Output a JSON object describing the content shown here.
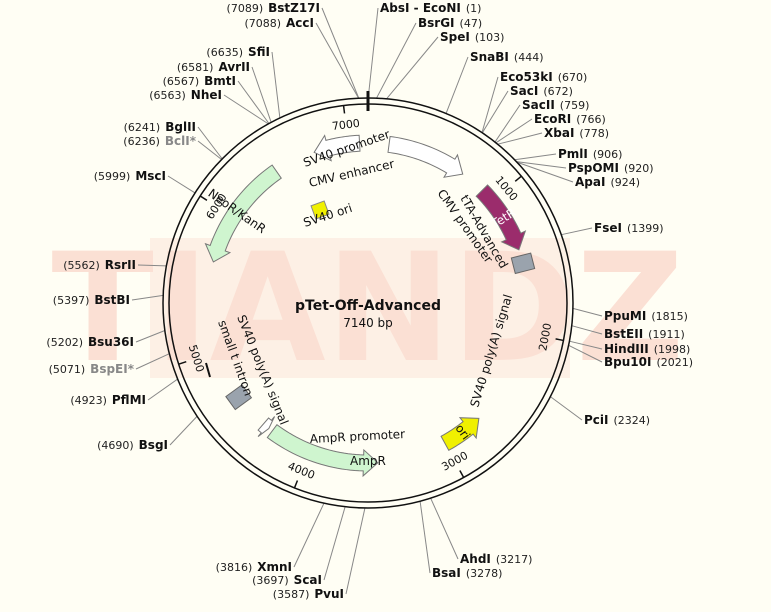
{
  "plasmid": {
    "name": "pTet-Off-Advanced",
    "size_label": "7140 bp",
    "total_bp": 7140
  },
  "watermark": "TIANDZ",
  "colors": {
    "backbone": "#111111",
    "TetR": "#9b2c6c",
    "ori": "#f0f000",
    "NeoR": "#cff5cf",
    "AmpR": "#cff5cf",
    "grey_box": "#9aa3ad",
    "white_arrow": "#ffffff"
  },
  "ticks": [
    {
      "bp": 1000,
      "label": "1000"
    },
    {
      "bp": 2000,
      "label": "2000"
    },
    {
      "bp": 3000,
      "label": "3000"
    },
    {
      "bp": 4000,
      "label": "4000"
    },
    {
      "bp": 5000,
      "label": "5000"
    },
    {
      "bp": 6000,
      "label": "6000"
    },
    {
      "bp": 7000,
      "label": "7000"
    }
  ],
  "features": [
    {
      "id": "cmv-enhancer",
      "type": "arrow",
      "start": 150,
      "end": 720,
      "dir": 1,
      "fill": "#ffffff"
    },
    {
      "id": "tetr",
      "type": "arrow",
      "start": 900,
      "end": 1400,
      "dir": 1,
      "fill": "#9b2c6c",
      "inside_label": "TetR"
    },
    {
      "id": "ori",
      "type": "arrow",
      "start": 2700,
      "end": 3000,
      "dir": -1,
      "fill": "#f0f000",
      "inside_label": "ori"
    },
    {
      "id": "ampr",
      "type": "arrow",
      "start": 3500,
      "end": 4300,
      "dir": -1,
      "fill": "#cff5cf"
    },
    {
      "id": "ampr-promoter",
      "type": "arrow",
      "start": 4330,
      "end": 4380,
      "dir": -1,
      "fill": "#ffffff"
    },
    {
      "id": "neor",
      "type": "arrow",
      "start": 5650,
      "end": 6450,
      "dir": -1,
      "fill": "#cff5cf",
      "inside_label": "NeoR/KanR"
    },
    {
      "id": "sv40-promoter",
      "type": "arrow",
      "start": 6750,
      "end": 7080,
      "dir": -1,
      "fill": "#ffffff"
    }
  ],
  "boxes": [
    {
      "id": "sv40-pa-right",
      "bp": 1500
    },
    {
      "id": "sv40-pa-left",
      "bp": 4640
    }
  ],
  "feature_labels": [
    {
      "id": "cmv-enhancer",
      "text": "CMV enhancer"
    },
    {
      "id": "sv40-promoter",
      "text": "SV40 promoter"
    },
    {
      "id": "sv40-ori",
      "text": "SV40 ori"
    },
    {
      "id": "tta-advanced",
      "text": "tTA-Advanced"
    },
    {
      "id": "cmv-promoter",
      "text": "CMV promoter"
    },
    {
      "id": "sv40-polya-right",
      "text": "SV40 poly(A) signal"
    },
    {
      "id": "sv40-polya-left",
      "text": "SV40 poly(A) signal"
    },
    {
      "id": "small-t-intron",
      "text": "small t intron"
    },
    {
      "id": "ampr-promoter",
      "text": "AmpR promoter"
    },
    {
      "id": "ampr",
      "text": "AmpR"
    }
  ],
  "sites": [
    {
      "name": "BstZ17I",
      "pos": "(7089)",
      "side": "L",
      "grey": false
    },
    {
      "name": "AccI",
      "pos": "(7088)",
      "side": "L",
      "grey": false
    },
    {
      "name": "AbsI - EcoNI",
      "pos": "(1)",
      "side": "R",
      "grey": false
    },
    {
      "name": "BsrGI",
      "pos": "(47)",
      "side": "R",
      "grey": false
    },
    {
      "name": "SpeI",
      "pos": "(103)",
      "side": "R",
      "grey": false
    },
    {
      "name": "SfiI",
      "pos": "(6635)",
      "side": "L",
      "grey": false
    },
    {
      "name": "AvrII",
      "pos": "(6581)",
      "side": "L",
      "grey": false
    },
    {
      "name": "BmtI",
      "pos": "(6567)",
      "side": "L",
      "grey": false
    },
    {
      "name": "NheI",
      "pos": "(6563)",
      "side": "L",
      "grey": false
    },
    {
      "name": "SnaBI",
      "pos": "(444)",
      "side": "R",
      "grey": false
    },
    {
      "name": "Eco53kI",
      "pos": "(670)",
      "side": "R",
      "grey": false
    },
    {
      "name": "SacI",
      "pos": "(672)",
      "side": "R",
      "grey": false
    },
    {
      "name": "SacII",
      "pos": "(759)",
      "side": "R",
      "grey": false
    },
    {
      "name": "EcoRI",
      "pos": "(766)",
      "side": "R",
      "grey": false
    },
    {
      "name": "XbaI",
      "pos": "(778)",
      "side": "R",
      "grey": false
    },
    {
      "name": "BglII",
      "pos": "(6241)",
      "side": "L",
      "grey": false
    },
    {
      "name": "BclI*",
      "pos": "(6236)",
      "side": "L",
      "grey": true
    },
    {
      "name": "PmlI",
      "pos": "(906)",
      "side": "R",
      "grey": false
    },
    {
      "name": "PspOMI",
      "pos": "(920)",
      "side": "R",
      "grey": false
    },
    {
      "name": "ApaI",
      "pos": "(924)",
      "side": "R",
      "grey": false
    },
    {
      "name": "MscI",
      "pos": "(5999)",
      "side": "L",
      "grey": false
    },
    {
      "name": "FseI",
      "pos": "(1399)",
      "side": "R",
      "grey": false
    },
    {
      "name": "RsrII",
      "pos": "(5562)",
      "side": "L",
      "grey": false
    },
    {
      "name": "BstBI",
      "pos": "(5397)",
      "side": "L",
      "grey": false
    },
    {
      "name": "PpuMI",
      "pos": "(1815)",
      "side": "R",
      "grey": false
    },
    {
      "name": "BstEII",
      "pos": "(1911)",
      "side": "R",
      "grey": false
    },
    {
      "name": "Bsu36I",
      "pos": "(5202)",
      "side": "L",
      "grey": false
    },
    {
      "name": "HindIII",
      "pos": "(1998)",
      "side": "R",
      "grey": false
    },
    {
      "name": "Bpu10I",
      "pos": "(2021)",
      "side": "R",
      "grey": false
    },
    {
      "name": "BspEI*",
      "pos": "(5071)",
      "side": "L",
      "grey": true
    },
    {
      "name": "PflMI",
      "pos": "(4923)",
      "side": "L",
      "grey": false
    },
    {
      "name": "PciI",
      "pos": "(2324)",
      "side": "R",
      "grey": false
    },
    {
      "name": "BsgI",
      "pos": "(4690)",
      "side": "L",
      "grey": false
    },
    {
      "name": "AhdI",
      "pos": "(3217)",
      "side": "R",
      "grey": false
    },
    {
      "name": "BsaI",
      "pos": "(3278)",
      "side": "R",
      "grey": false
    },
    {
      "name": "XmnI",
      "pos": "(3816)",
      "side": "L",
      "grey": false
    },
    {
      "name": "ScaI",
      "pos": "(3697)",
      "side": "L",
      "grey": false
    },
    {
      "name": "PvuI",
      "pos": "(3587)",
      "side": "L",
      "grey": false
    }
  ]
}
